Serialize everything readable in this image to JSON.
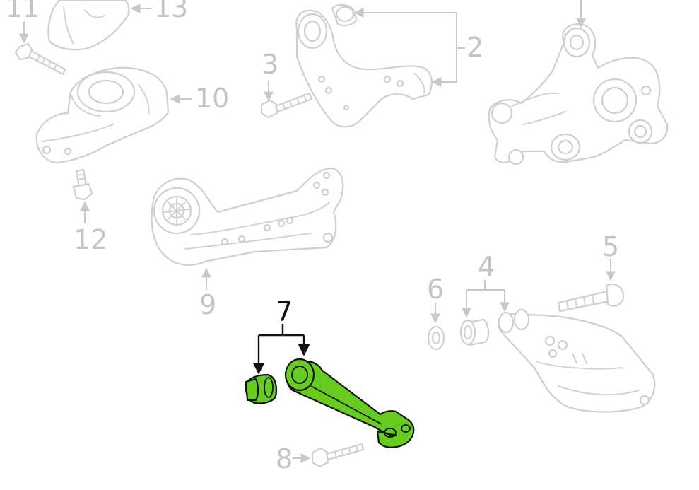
{
  "diagram": {
    "highlight_color": "#66cc1f",
    "part_outline_color": "#cfcfcf",
    "callouts": {
      "c2": "2",
      "c3": "3",
      "c4": "4",
      "c5": "5",
      "c6": "6",
      "c7": "7",
      "c8": "8",
      "c9": "9",
      "c10": "10",
      "c11": "11",
      "c12": "12",
      "c13": "13"
    }
  }
}
